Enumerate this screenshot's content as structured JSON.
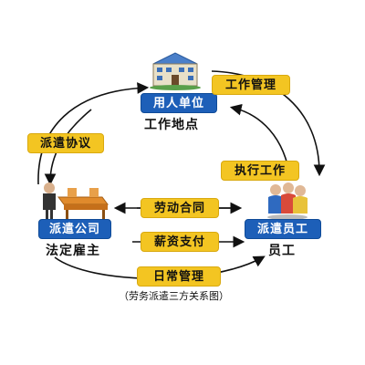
{
  "nodes": {
    "employer": {
      "title": "用人单位",
      "subtitle": "工作地点"
    },
    "agency": {
      "title": "派遣公司",
      "subtitle": "法定雇主"
    },
    "worker": {
      "title": "派遣员工",
      "subtitle": "员工"
    }
  },
  "relations": {
    "work_management": "工作管理",
    "dispatch_agreement": "派遣协议",
    "perform_work": "执行工作",
    "labor_contract": "劳动合同",
    "salary_payment": "薪资支付",
    "daily_management": "日常管理"
  },
  "caption": "（劳务派遣三方关系图）",
  "colors": {
    "label_yellow": "#f3c522",
    "label_blue": "#1d5fb8",
    "arrow": "#111111"
  },
  "icons": {
    "employer": "office-building-icon",
    "agency": "meeting-table-icon",
    "worker": "people-group-icon"
  }
}
